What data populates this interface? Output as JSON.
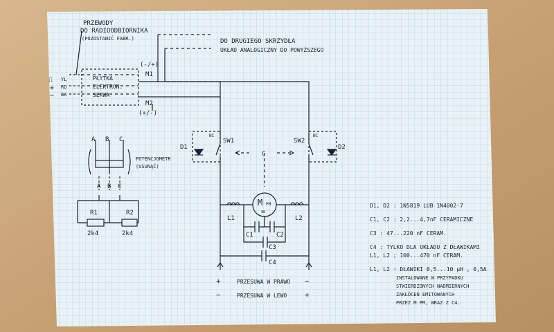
{
  "labels": {
    "przewody_1": "PRZEWODY",
    "przewody_2": "DO RADIOODBIORNIKA",
    "przewody_3": "(POZOSTAWIĆ FABR.)",
    "dest_1": "DO DRUGIEGO SKRZYDŁA",
    "dest_2": "UKŁAD ANALOGICZNY DO POWYŻSZEGO",
    "minus_plus": "(-/+)",
    "m1": "M1",
    "m2": "M2",
    "plus_minus": "(+/-)",
    "board_1": "PŁYTKA",
    "board_2": "ELEKTRON.",
    "board_3": "SERWA",
    "wire_yl": "YL",
    "wire_rd": "RD",
    "wire_bk": "BK",
    "pulse_sign": "⎍",
    "plus_sign": "+",
    "minus_sign": "−",
    "pot_a": "A",
    "pot_b": "B",
    "pot_c": "C",
    "pot_1": "POTENCJOMETR",
    "pot_2": "(USUNĄĆ)",
    "r1": "R1",
    "r2": "R2",
    "r1_val": "2k4",
    "r2_val": "2k4",
    "d1": "D1",
    "d2": "D2",
    "sw1": "SW1",
    "sw2": "SW2",
    "nc": "NC",
    "motor": "M",
    "motor_sub": "PM",
    "l1": "L1",
    "l2": "L2",
    "c1": "C1",
    "c2": "C2",
    "c3": "C3",
    "c4": "C4",
    "cam": "C",
    "bottom_right_label": "PRZESUWA W PRAWO",
    "bottom_left_label": "PRZESUWA W LEWO"
  },
  "legend": [
    "D1, D2 :  1N5819 LUB 1N4002-7",
    "C1, C2 :   2,2...4,7nF CERAMICZNE",
    "C3 :  47...220 nF  CERAM.",
    "C4 :  TYLKO DLA UKŁADU Z DŁAWIKAMI",
    "         L1, L2 ;  100...470 nF CERAM.",
    "L1, L2 :  DŁAWIKI 0,5...10 µH , 0,5A",
    "INSTALOWANE W PRZYPADKU",
    "STWIERDZONYCH NADMIERNYCH",
    "ZAKŁÓCEŃ EMITOWANYCH",
    "PRZEZ  M PM, WRAZ Z C4."
  ],
  "colors": {
    "paper": "#e8f1f5",
    "grid": "#b9d3e3",
    "ink": "#1a1f33",
    "table": "#c9a57a"
  }
}
